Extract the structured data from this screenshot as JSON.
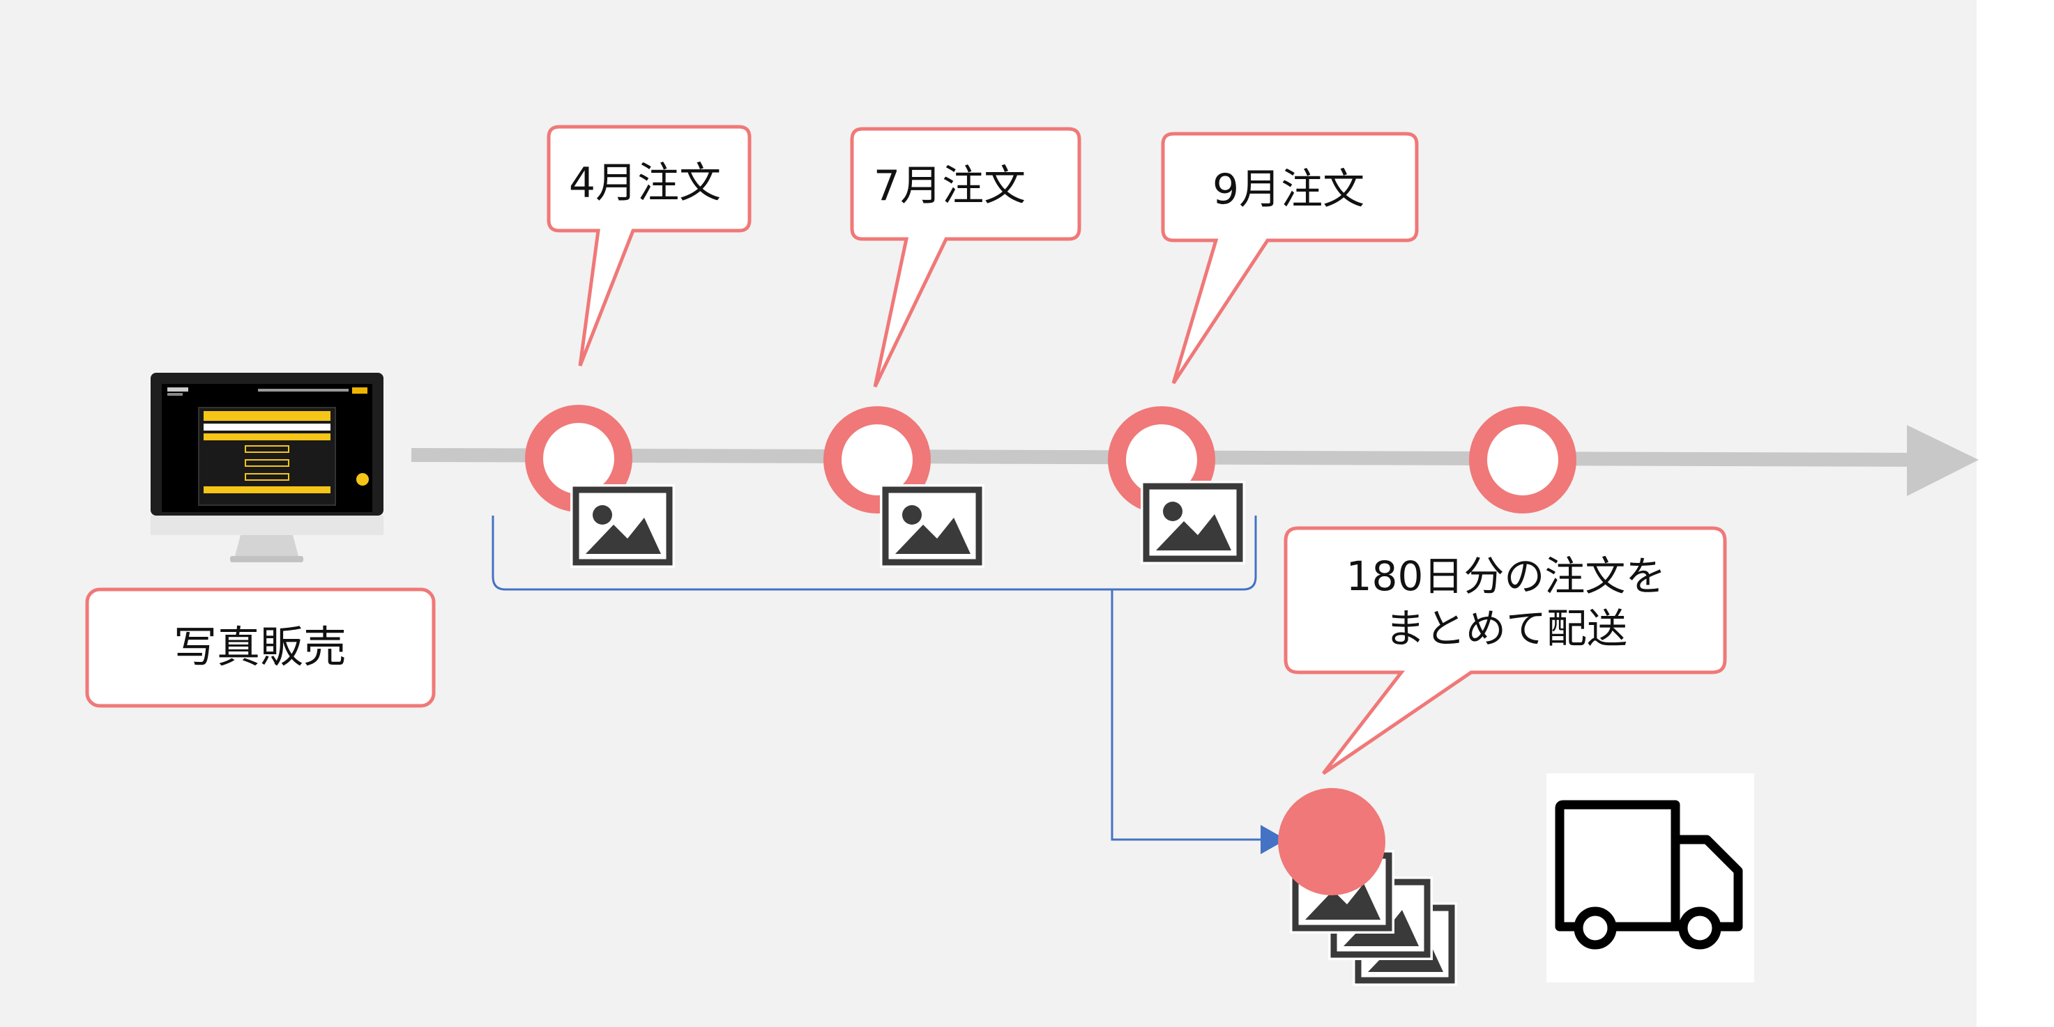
{
  "diagram": {
    "source_label": "写真販売",
    "orders": [
      {
        "label": "4月注文"
      },
      {
        "label": "7月注文"
      },
      {
        "label": "9月注文"
      }
    ],
    "delivery_note": {
      "line1": "180日分の注文を",
      "line2": "まとめて配送"
    },
    "colors": {
      "accent": "#f07878",
      "timeline": "#c8c8c8",
      "bracket": "#4472c4",
      "background": "#f2f2f2",
      "icon": "#3a3a3a"
    },
    "icons": [
      "monitor-icon",
      "image-icon",
      "stacked-images-icon",
      "truck-icon"
    ]
  }
}
